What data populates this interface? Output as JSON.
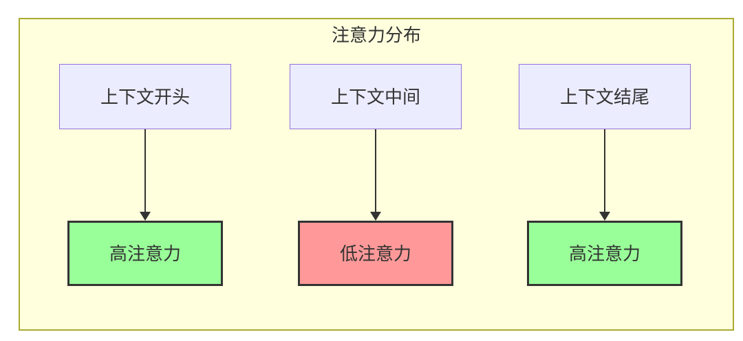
{
  "diagram": {
    "type": "flowchart",
    "title": "注意力分布",
    "columns": [
      {
        "source": "上下文开头",
        "target": "高注意力",
        "attention": "high"
      },
      {
        "source": "上下文中间",
        "target": "低注意力",
        "attention": "low"
      },
      {
        "source": "上下文结尾",
        "target": "高注意力",
        "attention": "high"
      }
    ],
    "colors": {
      "canvas_bg": "#ffffff",
      "group_fill": "#ffffde",
      "group_border": "#aaaa33",
      "source_fill": "#ececff",
      "source_border": "#9370db",
      "high_attention_fill": "#99ff99",
      "low_attention_fill": "#ff9999",
      "target_border": "#333333",
      "arrow": "#333333",
      "text": "#333333"
    }
  }
}
